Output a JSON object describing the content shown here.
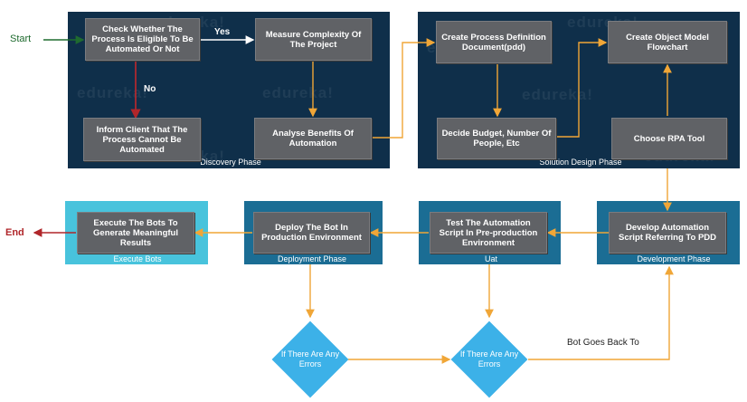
{
  "start_label": "Start",
  "end_label": "End",
  "yes_label": "Yes",
  "no_label": "No",
  "bot_goes_back_label": "Bot Goes Back To",
  "watermark": "edureka!",
  "phases": {
    "discovery": "Discovery Phase",
    "solution_design": "Solution Design Phase",
    "development": "Development Phase",
    "uat": "Uat",
    "deployment": "Deployment Phase",
    "execute": "Execute Bots"
  },
  "steps": {
    "check_eligible": "Check Whether The Process Is Eligible To Be Automated Or Not",
    "measure_complexity": "Measure Complexity Of The Project",
    "inform_client": "Inform Client That The Process Cannot Be Automated",
    "analyse_benefits": "Analyse Benefits Of Automation",
    "create_pdd": "Create Process Definition Document(pdd)",
    "decide_budget": "Decide Budget, Number Of People, Etc",
    "create_object_model": "Create Object Model Flowchart",
    "choose_rpa_tool": "Choose RPA Tool",
    "develop_script": "Develop Automation Script Referring To PDD",
    "test_script": "Test The Automation Script In Pre-production Environment",
    "deploy_bot": "Deploy The Bot In Production Environment",
    "execute_bots": "Execute The Bots To Generate Meaningful Results"
  },
  "decisions": {
    "errors_1": "If There Are Any Errors",
    "errors_2": "If There Are Any Errors"
  },
  "colors": {
    "dark_panel": "#0f2f4a",
    "mid_panel": "#1b6d94",
    "light_panel": "#48c3dc",
    "box": "#606266",
    "arrow": "#f0a637",
    "start_green": "#1f6b2f",
    "end_red": "#b0262a",
    "decision": "#3cb1e8"
  }
}
